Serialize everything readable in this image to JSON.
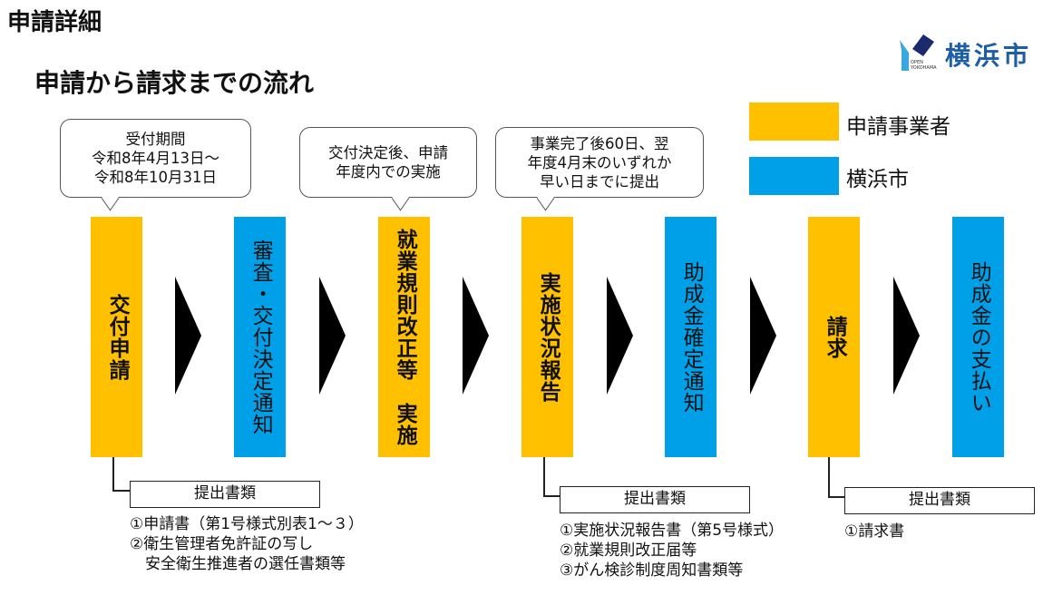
{
  "page_title": "申請詳細",
  "subtitle": "申請から請求までの流れ",
  "logo": {
    "mark": "OPEN YOKOHAMA",
    "name": "横浜市"
  },
  "legend": [
    {
      "label": "申請事業者",
      "color": "#FFC000"
    },
    {
      "label": "横浜市",
      "color": "#00A0E9"
    }
  ],
  "steps": [
    {
      "label": "交付申請",
      "actor": "申請事業者"
    },
    {
      "label": "審査・交付決定通知",
      "actor": "横浜市"
    },
    {
      "label": "就業規則改正等　実施",
      "actor": "申請事業者"
    },
    {
      "label": "実施状況報告",
      "actor": "申請事業者"
    },
    {
      "label": "助成金確定通知",
      "actor": "横浜市"
    },
    {
      "label": "請求",
      "actor": "申請事業者"
    },
    {
      "label": "助成金の支払い",
      "actor": "横浜市"
    }
  ],
  "callouts": [
    {
      "lines": [
        "受付期間",
        "令和8年4月13日～",
        "令和8年10月31日"
      ]
    },
    {
      "lines": [
        "交付決定後、申請",
        "年度内での実施"
      ]
    },
    {
      "lines": [
        "事業完了後60日、翌",
        "年度4月末のいずれか",
        "早い日までに提出"
      ]
    }
  ],
  "documents": [
    {
      "title": "提出書類",
      "items": [
        "①申請書（第1号様式別表1～３）",
        "②衛生管理者免許証の写し",
        "　安全衛生推進者の選任書類等"
      ]
    },
    {
      "title": "提出書類",
      "items": [
        "①実施状況報告書（第5号様式）",
        "②就業規則改正届等",
        "③がん検診制度周知書類等"
      ]
    },
    {
      "title": "提出書類",
      "items": [
        "①請求書"
      ]
    }
  ]
}
